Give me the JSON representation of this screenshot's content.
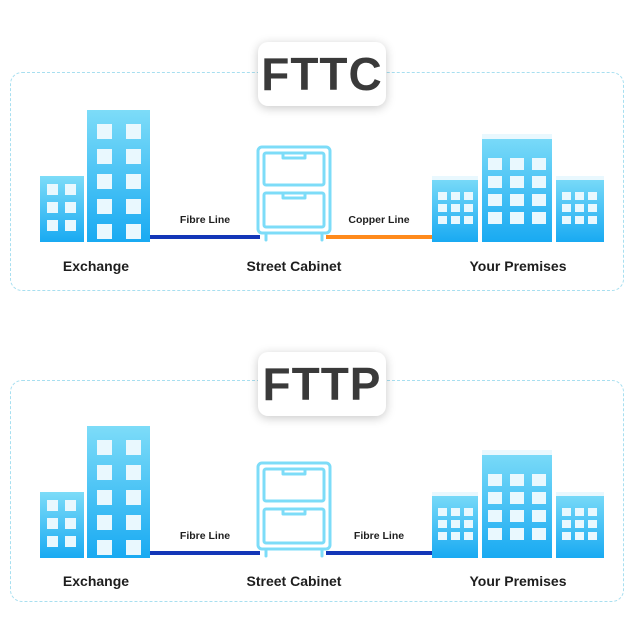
{
  "colors": {
    "building_light": "#7ddcf8",
    "building_dark": "#19aaf2",
    "window": "#e9f8fe",
    "fibre": "#1336b8",
    "copper": "#ff8a1c",
    "panel_border": "#a8dff0"
  },
  "diagrams": [
    {
      "title": "FTTC",
      "exchange_label": "Exchange",
      "cabinet_label": "Street Cabinet",
      "premises_label": "Your Premises",
      "line1_label": "Fibre Line",
      "line2_label": "Copper Line",
      "line1_type": "fibre",
      "line2_type": "copper"
    },
    {
      "title": "FTTP",
      "exchange_label": "Exchange",
      "cabinet_label": "Street Cabinet",
      "premises_label": "Your Premises",
      "line1_label": "Fibre Line",
      "line2_label": "Fibre Line",
      "line1_type": "fibre",
      "line2_type": "fibre"
    }
  ]
}
